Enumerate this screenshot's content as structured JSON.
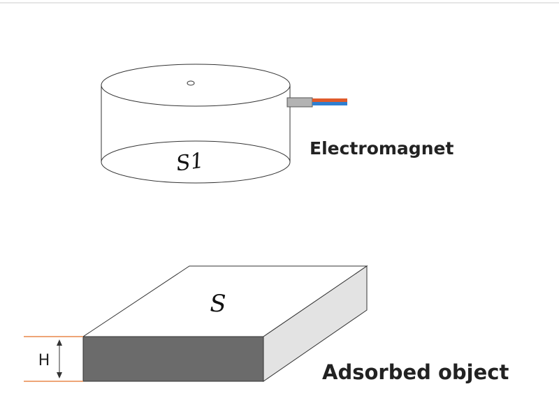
{
  "labels": {
    "electromagnet": "Electromagnet",
    "adsorbed_object": "Adsorbed object",
    "electromagnet_area": "S1",
    "object_area": "S",
    "height": "H"
  },
  "colors": {
    "outline": "#333333",
    "object_front": "#6b6b6b",
    "object_side": "#e3e3e3",
    "object_top": "#ffffff",
    "wire_red": "#e05a2b",
    "wire_blue": "#2f7fd0",
    "connector": "#b3b3b3",
    "height_guides": "#e8874a",
    "top_rule": "#cccccc"
  }
}
